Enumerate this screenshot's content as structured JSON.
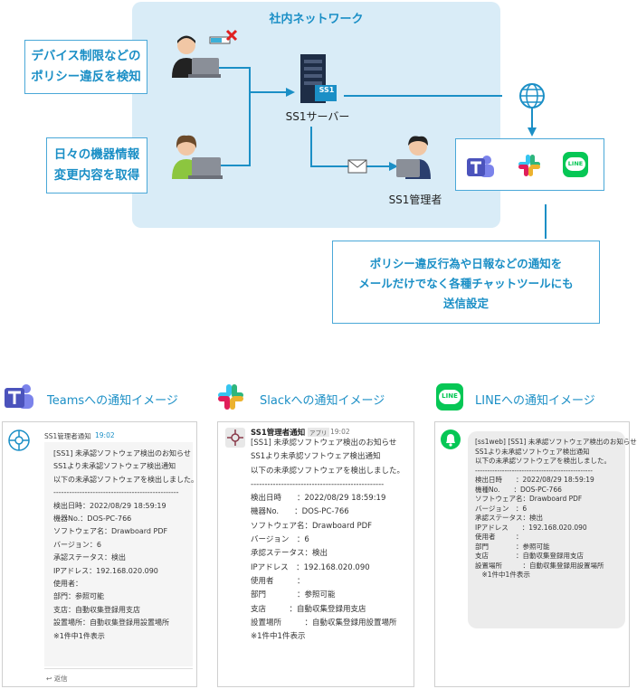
{
  "diagram": {
    "network_label": "社内ネットワーク",
    "callout_policy": [
      "デバイス制限などの",
      "ポリシー違反を検知"
    ],
    "callout_inventory": [
      "日々の機器情報",
      "変更内容を取得"
    ],
    "server_label": "SS1サーバー",
    "server_badge": "SS1",
    "admin_label": "SS1管理者",
    "callout_notify": [
      "ポリシー違反行為や日報などの通知を",
      "メールだけでなく各種チャットツールにも",
      "送信設定"
    ],
    "line_icon_text": "LINE"
  },
  "previews": {
    "teams": {
      "title": "Teamsへの通知イメージ",
      "sender": "SS1管理者通知",
      "time": "19:02",
      "lines": [
        "[SS1] 未承認ソフトウェア検出のお知らせ",
        "",
        "SS1より未承認ソフトウェア検出通知",
        "",
        "以下の未承認ソフトウェアを検出しました。",
        "",
        "",
        "------------------------------------------------",
        "検出日時：2022/08/29 18:59:19",
        "機器No.：DOS-PC-766",
        "ソフトウェア名：Drawboard PDF",
        "バージョン：6",
        "承認ステータス：検出",
        "IPアドレス：192.168.020.090",
        "使用者：",
        "部門：参照可能",
        "支店：自動収集登録用支店",
        "設置場所：自動収集登録用設置場所",
        "",
        "※1件中1件表示"
      ],
      "reply": "返信"
    },
    "slack": {
      "title": "Slackへの通知イメージ",
      "sender": "SS1管理者通知",
      "app_badge": "アプリ",
      "time": "19:02",
      "lines": [
        "[SS1] 未承認ソフトウェア検出のお知らせ",
        "SS1より未承認ソフトウェア検出通知",
        "",
        "以下の未承認ソフトウェアを検出しました。",
        "",
        "------------------------------------------------",
        "検出日時　　：2022/08/29 18:59:19",
        "機器No.　　：DOS-PC-766",
        "ソフトウェア名：Drawboard PDF",
        "バージョン　：6",
        "承認ステータス：検出",
        "IPアドレス　：192.168.020.090",
        "使用者　　　：",
        "部門　　　　：参照可能",
        "支店　　　：自動収集登録用支店",
        "設置場所　　　：自動収集登録用設置場所",
        "",
        "※1件中1件表示"
      ]
    },
    "line": {
      "title": "LINEへの通知イメージ",
      "lines": [
        "[ss1web] [SS1] 未承認ソフトウェア検出のお知らせ",
        "",
        "SS1より未承認ソフトウェア検出通知",
        "",
        "以下の未承認ソフトウェアを検出しました。",
        "",
        "",
        "------------------------------------------------",
        "検出日時　　：2022/08/29 18:59:19",
        "機種No.　　：DOS-PC-766",
        "ソフトウェア名：Drawboard PDF",
        "バージョン　：6",
        "承認ステータス：検出",
        "IPアドレス　　：192.168.020.090",
        "使用者　　　：",
        "部門　　　　：参照可能",
        "支店　　　　：自動収集登録用支店",
        "設置場所　　　：自動収集登録用設置場所",
        "",
        "　※1件中1件表示"
      ]
    }
  },
  "colors": {
    "accent": "#1b8fc6",
    "network_bg": "#d9ecf7",
    "teams": "#4b53bc",
    "line": "#06c755",
    "slack_green": "#2eb67d",
    "slack_red": "#e01e5a",
    "slack_yellow": "#ecb22e",
    "slack_blue": "#36c5f0"
  }
}
